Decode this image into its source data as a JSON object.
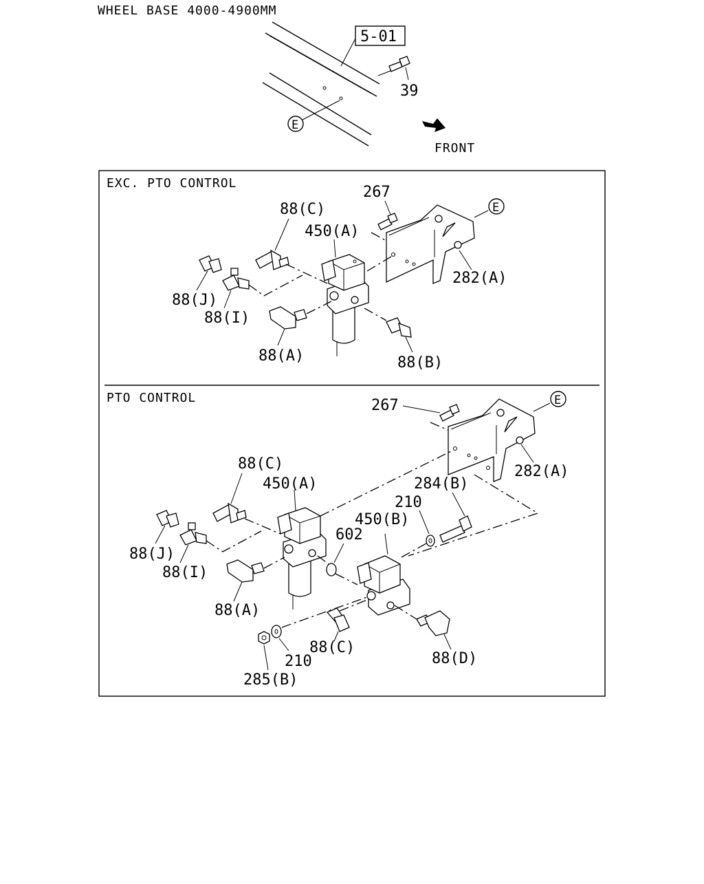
{
  "header": {
    "wheel_base": "WHEEL BASE 4000-4900MM",
    "ref_box": "5-01",
    "front_label": "FRONT",
    "bolt_39": "39",
    "ref_e": "E"
  },
  "section_exc": {
    "title": "EXC. PTO CONTROL",
    "labels": {
      "p267": "267",
      "p88c": "88(C)",
      "p450a": "450(A)",
      "e": "E",
      "p282a": "282(A)",
      "p88j": "88(J)",
      "p88i": "88(I)",
      "p88a": "88(A)",
      "p88b": "88(B)"
    }
  },
  "section_pto": {
    "title": "PTO CONTROL",
    "labels": {
      "p267": "267",
      "e": "E",
      "p282a": "282(A)",
      "p88c_top": "88(C)",
      "p450a": "450(A)",
      "p284b": "284(B)",
      "p210_top": "210",
      "p450b": "450(B)",
      "p602": "602",
      "p88j": "88(J)",
      "p88i": "88(I)",
      "p88a": "88(A)",
      "p88c_bot": "88(C)",
      "p88d": "88(D)",
      "p210_bot": "210",
      "p285b": "285(B)"
    }
  }
}
